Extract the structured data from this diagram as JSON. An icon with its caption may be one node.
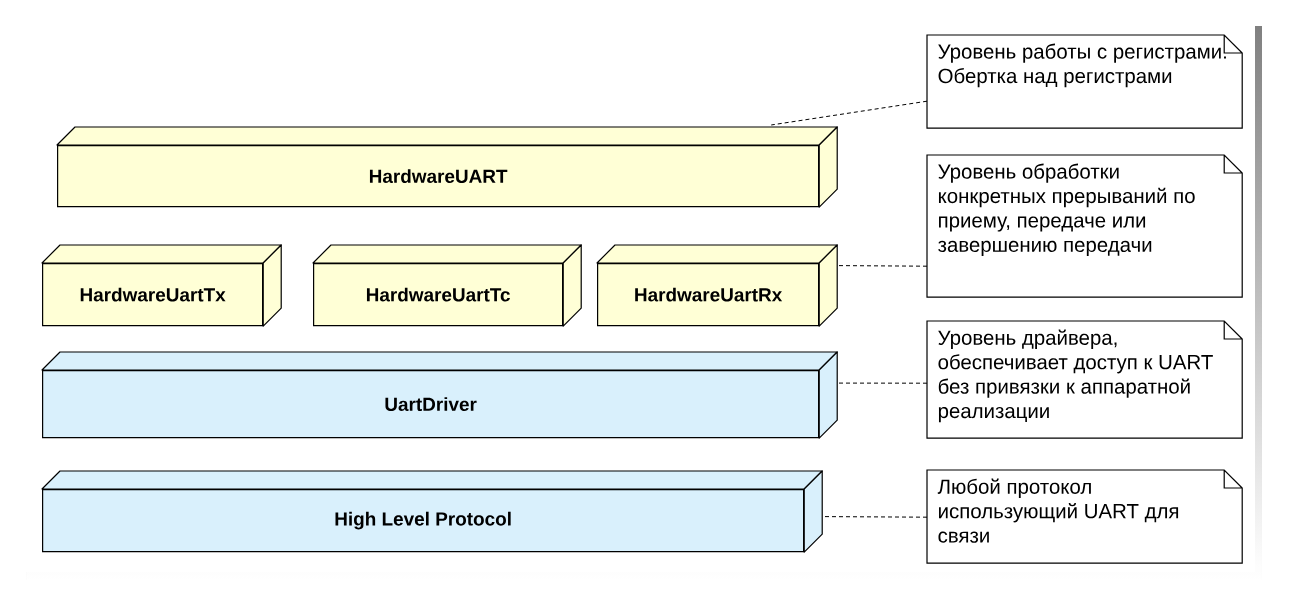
{
  "diagram": {
    "nodes": [
      {
        "text": [
          "HardwareUART"
        ]
      },
      {
        "text": [
          "Уровень работы с регистрами. Обертка над регистрами"
        ]
      },
      {
        "text": [
          "HardwareUartTx"
        ]
      },
      {
        "text": [
          "HardwareUartTc"
        ]
      },
      {
        "text": [
          "HardwareUartRx"
        ]
      },
      {
        "text": [
          "Уровень обработки конкретных прерываний по приему, передаче или завершению передачи"
        ]
      },
      {
        "text": [
          "UartDriver"
        ]
      },
      {
        "text": [
          "Уровень драйвера, обеспечивает доступ к UART без привязки к аппаратной реализации"
        ]
      },
      {
        "text": [
          "High Level Protocol"
        ]
      },
      {
        "text": [
          "Любой протокол использующий UART для связи"
        ]
      }
    ],
    "edges": [
      {
        "from": 1,
        "to": 0,
        "arrow": "none",
        "style": "dashed"
      },
      {
        "from": 5,
        "to": 4,
        "arrow": "none",
        "style": "dashed"
      },
      {
        "from": 7,
        "to": 6,
        "arrow": "none",
        "style": "dashed"
      },
      {
        "from": 9,
        "to": 8,
        "arrow": "none",
        "style": "dashed"
      }
    ]
  }
}
